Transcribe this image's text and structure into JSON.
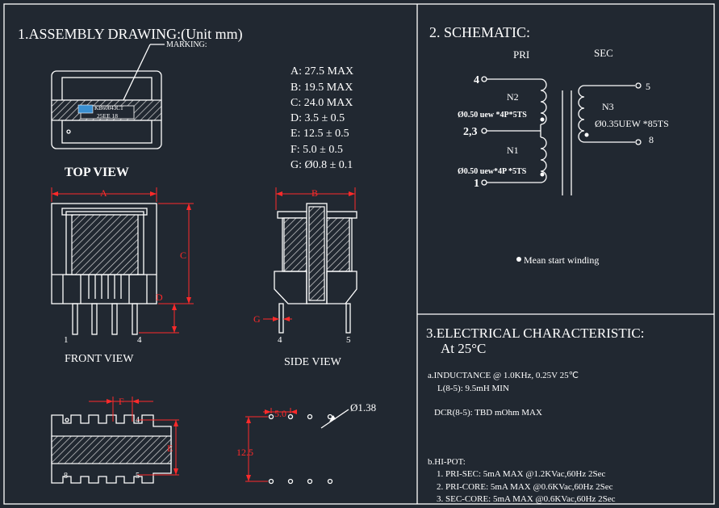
{
  "assembly": {
    "title": "1.ASSEMBLY DRAWING:(Unit mm)",
    "marking_label": "MARKING:",
    "marking_text_line1": "KB60043CT",
    "marking_text_line2": "25EE 18",
    "dims": [
      "A: 27.5 MAX",
      "B: 19.5 MAX",
      "C: 24.0 MAX",
      "D: 3.5 ± 0.5",
      "E: 12.5 ± 0.5",
      "F: 5.0 ± 0.5",
      "G: Ø0.8 ± 0.1"
    ],
    "top_view": "TOP VIEW",
    "front_view": "FRONT VIEW",
    "side_view": "SIDE VIEW",
    "letters": {
      "a": "A",
      "b": "B",
      "c": "C",
      "d": "D",
      "e": "E",
      "f": "F",
      "g": "G"
    },
    "front_pins": {
      "p1": "1",
      "p4": "4"
    },
    "side_pins": {
      "p4": "4",
      "p5": "5"
    },
    "bottom_pins": {
      "p1": "1",
      "p4": "4",
      "p8": "8",
      "p5": "5"
    },
    "pcb_dim_x": "5.0",
    "pcb_dim_y": "12.5",
    "hole_dia": "Ø1.38"
  },
  "schematic": {
    "title": "2. SCHEMATIC:",
    "pri": "PRI",
    "sec": "SEC",
    "pin4": "4",
    "pin23": "2,3",
    "pin1": "1",
    "pin5": "5",
    "pin8": "8",
    "n2": "N2",
    "n1": "N1",
    "n3": "N3",
    "n2_wire": "Ø0.50 uew *4P*5TS",
    "n1_wire": "Ø0.50 uew*4P *5TS",
    "n3_wire": "Ø0.35UEW *85TS",
    "note": "Mean start winding"
  },
  "electrical": {
    "title": "3.ELECTRICAL CHARACTERISTIC:",
    "subtitle": "At 25°C",
    "inductance_line": "a.INDUCTANCE   @ 1.0KHz, 0.25V    25℃",
    "inductance_value": "L(8-5): 9.5mH  MIN",
    "dcr": "DCR(8-5): TBD  mOhm  MAX",
    "hipot_title": "b.HI-POT:",
    "hipot": [
      "1.  PRI-SEC: 5mA MAX @1.2KVac,60Hz 2Sec",
      "2.  PRI-CORE: 5mA MAX @0.6KVac,60Hz 2Sec",
      "3.  SEC-CORE: 5mA MAX @0.6KVac,60Hz 2Sec"
    ]
  }
}
